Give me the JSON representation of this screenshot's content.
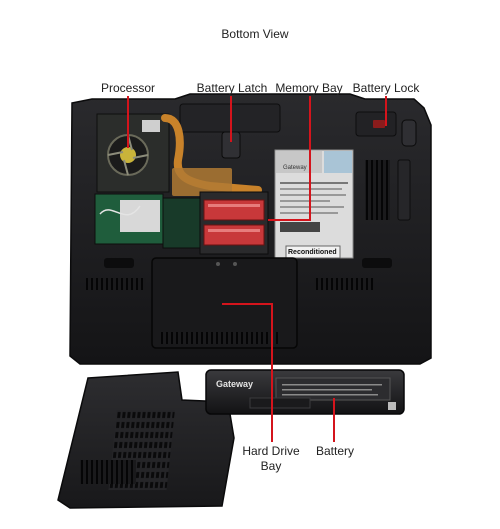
{
  "title": "Bottom View",
  "labels": {
    "processor": "Processor",
    "battery_latch": "Battery Latch",
    "memory_bay": "Memory Bay",
    "battery_lock": "Battery Lock",
    "hard_drive_bay_line1": "Hard Drive",
    "hard_drive_bay_line2": "Bay",
    "battery": "Battery"
  },
  "device_text": {
    "brand": "Gateway",
    "battery_brand": "Gateway",
    "sticker": "Reconditioned"
  },
  "colors": {
    "leader_line": "#d4141c",
    "chassis": "#1c1c1e",
    "memory_module": "#c8383a",
    "heatpipe": "#c8822a"
  }
}
